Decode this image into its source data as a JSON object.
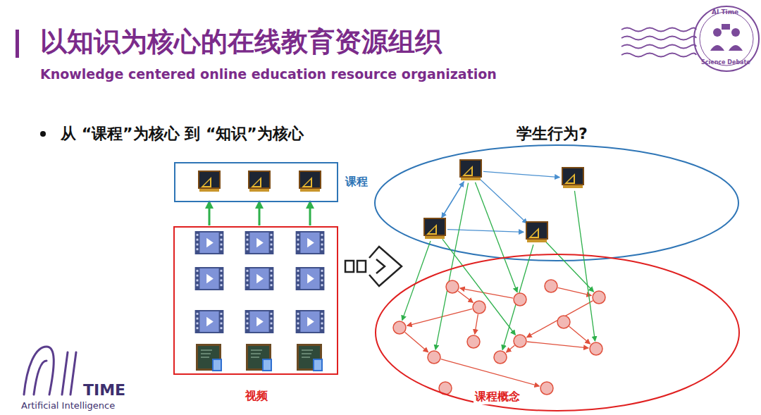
{
  "diagram": {
    "title": "以知识为核心的在线教育资源组织",
    "nodes": [
      {
        "text": [
          "课程"
        ]
      },
      {
        "text": [
          "视频"
        ]
      },
      {
        "text": [
          "课程概念"
        ]
      }
    ],
    "labels": [
      "Knowledge centered online education resource organization",
      "从 “课程”为核心 到 “知识”为核心",
      "学生行为?",
      "AI Time",
      "Science Debate",
      "TIME",
      "Artificial Intelligence"
    ]
  }
}
